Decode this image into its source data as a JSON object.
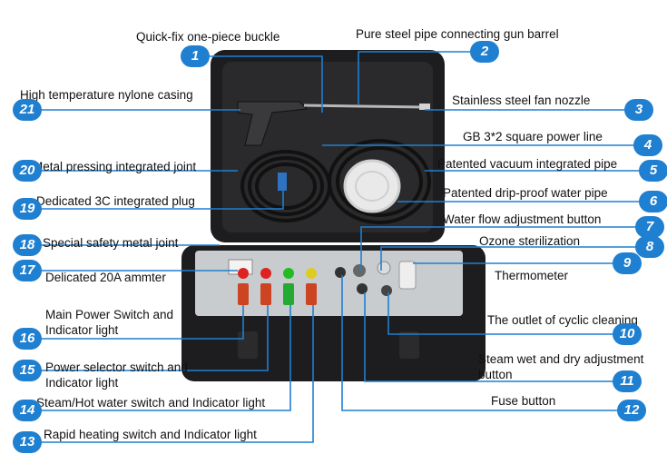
{
  "colors": {
    "accent": "#1f7fd0",
    "case": "#1d1d1f",
    "panel": "#c9ccce"
  },
  "callouts": [
    {
      "num": "1",
      "label": "Quick-fix one-piece buckle"
    },
    {
      "num": "2",
      "label": "Pure steel pipe connecting gun barrel"
    },
    {
      "num": "3",
      "label": "Stainless steel fan nozzle"
    },
    {
      "num": "4",
      "label": "GB 3*2 square power line"
    },
    {
      "num": "5",
      "label": "Patented vacuum integrated pipe"
    },
    {
      "num": "6",
      "label": "Patented drip-proof water pipe"
    },
    {
      "num": "7",
      "label": "Water flow adjustment button"
    },
    {
      "num": "8",
      "label": "Ozone sterilization"
    },
    {
      "num": "9",
      "label": "Thermometer"
    },
    {
      "num": "10",
      "label": "The outlet of cyclic cleaning"
    },
    {
      "num": "11",
      "label": "Steam wet and dry adjustment button"
    },
    {
      "num": "12",
      "label": "Fuse button"
    },
    {
      "num": "13",
      "label": "Rapid heating switch and Indicator light"
    },
    {
      "num": "14",
      "label": "Steam/Hot water switch and Indicator light"
    },
    {
      "num": "15",
      "label": "Power selector switch and Indicator light"
    },
    {
      "num": "16",
      "label": "Main Power Switch and Indicator light"
    },
    {
      "num": "17",
      "label": "Delicated 20A ammter"
    },
    {
      "num": "18",
      "label": "Special safety metal joint"
    },
    {
      "num": "19",
      "label": "Dedicated 3C integrated plug"
    },
    {
      "num": "20",
      "label": "Metal pressing integrated joint"
    },
    {
      "num": "21",
      "label": "High temperature nylone casing"
    }
  ]
}
